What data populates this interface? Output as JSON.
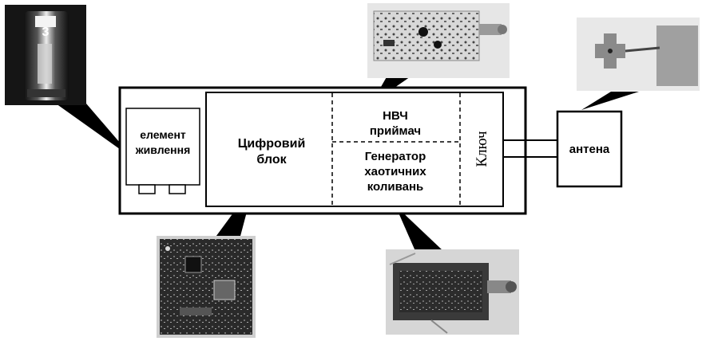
{
  "diagram": {
    "power_element": [
      "елемент",
      "живлення"
    ],
    "digital_block": [
      "Цифровий",
      "блок"
    ],
    "microwave_receiver": [
      "НВЧ",
      "приймач"
    ],
    "chaos_generator": [
      "Генератор",
      "хаотичних",
      "коливань"
    ],
    "key": "Ключ",
    "antenna": "антена"
  },
  "photos": {
    "battery": "battery-photo",
    "receiver_board": "microwave-receiver-board-photo",
    "antenna": "antenna-photo",
    "digital_board": "digital-block-board-photo",
    "generator_board": "chaos-generator-board-photo"
  }
}
